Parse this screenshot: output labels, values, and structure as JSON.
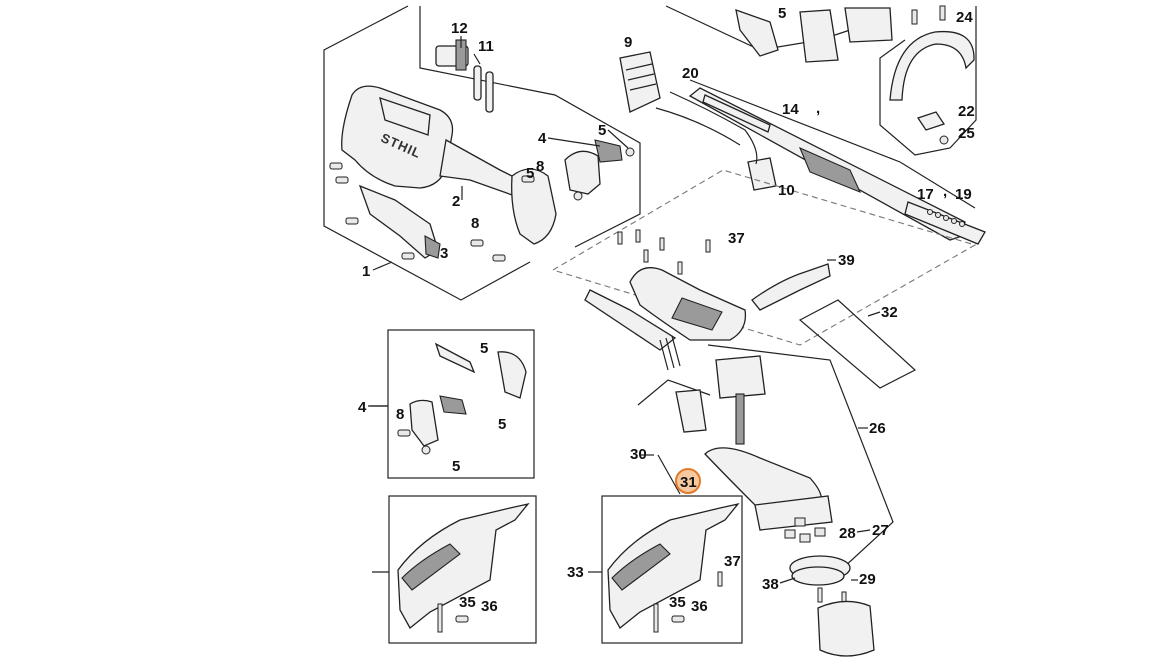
{
  "diagram": {
    "brand_text": "STHIL",
    "highlight_color": "#e27a2a",
    "highlighted_part": "31",
    "callouts": {
      "p1": "1",
      "p2": "2",
      "p3": "3",
      "p4a": "4",
      "p5a": "5",
      "p5b": "5",
      "p8a": "8",
      "p8b": "8",
      "p9": "9",
      "p10": "10",
      "p11": "11",
      "p12": "12",
      "p14": "14",
      "p17": "17",
      "p19": "19",
      "p20": "20",
      "p5c": "5",
      "p22": "22",
      "p24": "24",
      "p25": "25",
      "p26": "26",
      "p27": "27",
      "p28": "28",
      "p29": "29",
      "p30": "30",
      "p31": "31",
      "p32": "32",
      "p33": "33",
      "p35a": "35",
      "p36a": "36",
      "p35b": "35",
      "p36b": "36",
      "p37a": "37",
      "p37b": "37",
      "p38": "38",
      "p39": "39",
      "p4b": "4",
      "p5d": "5",
      "p5e": "5",
      "p5f": "5",
      "p8c": "8"
    },
    "comma_marks": {
      "c1": ",",
      "c2": ","
    }
  }
}
